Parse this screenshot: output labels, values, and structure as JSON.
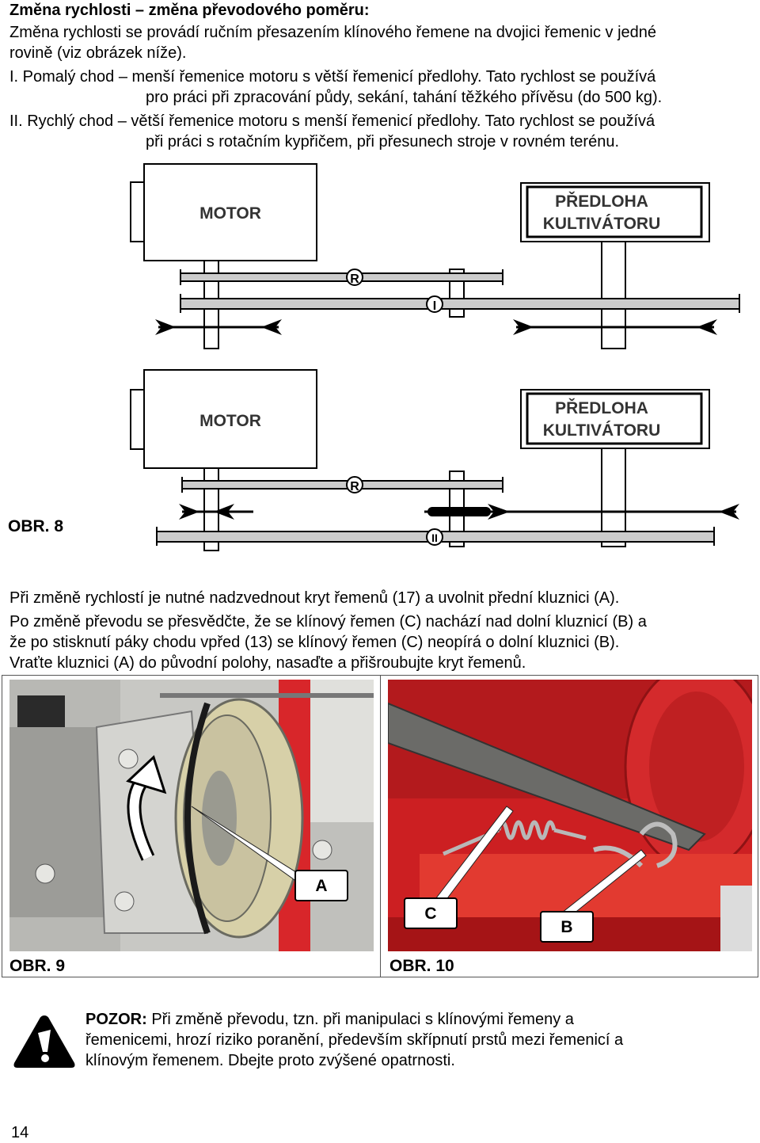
{
  "heading": "Změna rychlosti – změna převodového poměru:",
  "intro": {
    "line1": "Změna rychlosti se provádí ručním přesazením klínového řemene na dvojici řemenic v jedné",
    "line2": "rovině (viz obrázek níže)."
  },
  "speeds": [
    {
      "line1": "I. Pomalý chod – menší řemenice motoru s větší řemenicí předlohy. Tato rychlost se používá",
      "line2": "pro práci při zpracování půdy, sekání, tahání těžkého přívěsu (do 500 kg)."
    },
    {
      "line1": "II. Rychlý chod – větší řemenice motoru s menší řemenicí předlohy. Tato rychlost se používá",
      "line2": "při práci s rotačním kypřičem, při přesunech stroje v rovném terénu."
    }
  ],
  "diagram": {
    "top": {
      "motor": "MOTOR",
      "gearbox_line1": "PŘEDLOHA",
      "gearbox_line2": "KULTIVÁTORU",
      "r_label": "R",
      "belt_label": "I"
    },
    "bottom": {
      "motor": "MOTOR",
      "gearbox_line1": "PŘEDLOHA",
      "gearbox_line2": "KULTIVÁTORU",
      "r_label": "R",
      "belt_label": "II"
    },
    "figure_label": "OBR. 8"
  },
  "instructions": {
    "line1": "Při změně rychlostí je nutné nadzvednout kryt řemenů (17) a uvolnit přední kluznici (A).",
    "line2": "Po změně převodu se přesvědčte, že se klínový řemen (C) nachází nad dolní kluznicí (B) a",
    "line3": "že po stisknutí páky chodu vpřed (13) se klínový řemen (C) neopírá o dolní kluznici (B).",
    "line4": "Vraťte kluznici (A) do původní polohy, nasaďte a přišroubujte kryt řemenů."
  },
  "photos": {
    "left_label": "A",
    "left_caption": "OBR. 9",
    "right_label_c": "C",
    "right_label_b": "B",
    "right_caption": "OBR. 10"
  },
  "warning": {
    "title": "POZOR:",
    "line1": " Při změně převodu, tzn. při manipulaci s klínovými řemeny a",
    "line2": "řemenicemi, hrozí riziko poranění, především skřípnutí prstů mezi řemenicí a",
    "line3": "klínovým řemenem. Dbejte proto zvýšené opatrnosti."
  },
  "page_number": "14",
  "colors": {
    "machine_red": "#d8262a",
    "gray_metal": "#a9adb0",
    "diagram_fill": "#ffffff"
  }
}
